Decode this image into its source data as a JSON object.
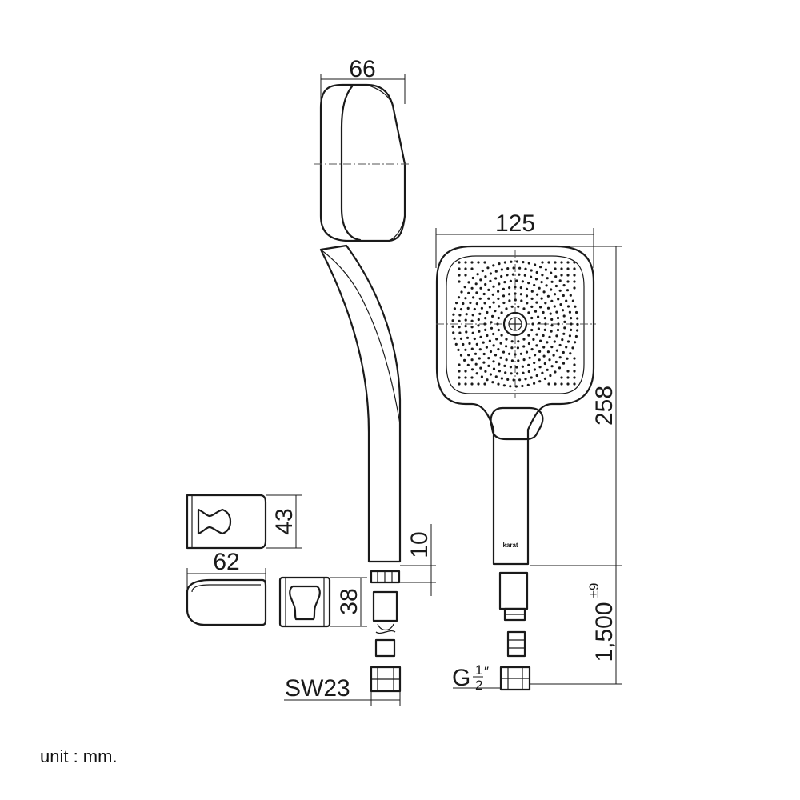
{
  "dimensions": {
    "width_side": "66",
    "width_front": "125",
    "height_head": "258",
    "holder_depth": "43",
    "holder_width": "62",
    "holder_height": "38",
    "nut_height": "10",
    "hose_length": "1,500",
    "hose_tolerance": "±9",
    "wrench_size": "SW23",
    "thread_prefix": "G",
    "thread_fraction_num": "1",
    "thread_fraction_den": "2",
    "thread_inch": "″"
  },
  "brand_mark": "karat",
  "unit_note": "unit : mm.",
  "colors": {
    "line": "#1a1a1a",
    "background": "#ffffff"
  }
}
